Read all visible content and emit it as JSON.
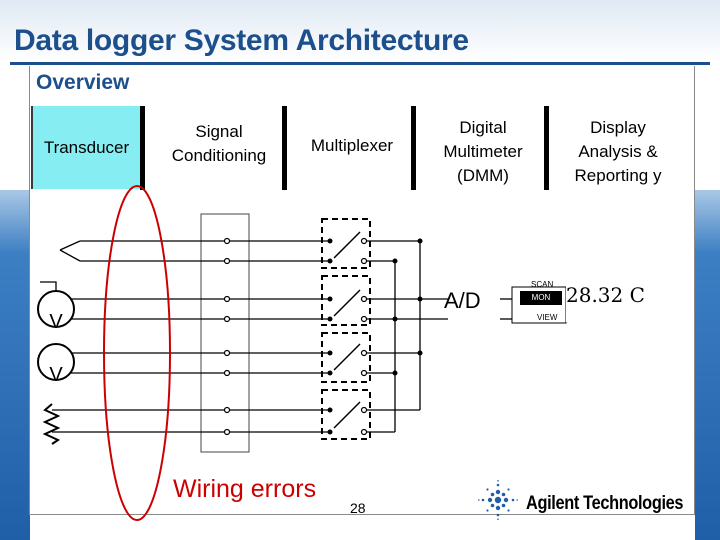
{
  "slide": {
    "title": "Data logger System Architecture",
    "subtitle": "Overview",
    "slide_number": "28"
  },
  "stages": {
    "transducer": "Transducer",
    "signal_conditioning": [
      "Signal",
      "Conditioning"
    ],
    "multiplexer": "Multiplexer",
    "dmm": [
      "Digital",
      "Multimeter",
      "(DMM)"
    ],
    "display": [
      "Display",
      "Analysis &",
      "Reporting y"
    ]
  },
  "instrument": {
    "ad_label": "A/D",
    "scan_label": "SCAN",
    "mon_label": "MON",
    "view_label": "VIEW",
    "reading": "28.32 C"
  },
  "transducer_symbols": {
    "voltage_1": "V",
    "voltage_2": "V"
  },
  "annotation": {
    "text": "Wiring errors",
    "color": "#cc0000"
  },
  "logo": {
    "text": "Agilent Technologies",
    "icon": "agilent-spark-icon"
  },
  "colors": {
    "title": "#1c4f8c",
    "transducer_fill": "#86edf2",
    "band_blue": "#1f5fa8"
  }
}
